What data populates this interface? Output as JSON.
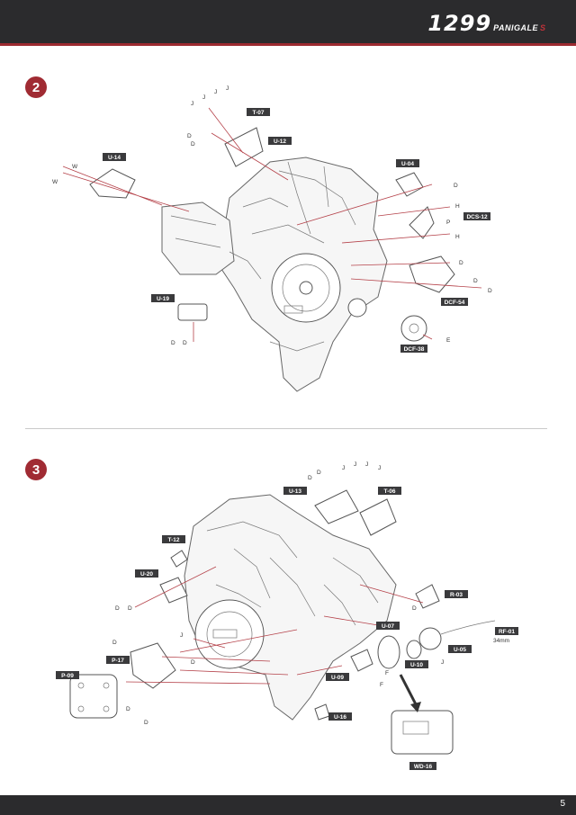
{
  "header": {
    "brand_number": "1299",
    "brand_model": "PANIGALE",
    "brand_suffix": "S"
  },
  "footer": {
    "page_number": "5"
  },
  "step2": {
    "number": "2",
    "tags": [
      "T-07",
      "U-12",
      "U-14",
      "U-04",
      "DCS-12",
      "U-19",
      "DCF-54",
      "DCF-38"
    ],
    "refs": {
      "J": "J",
      "D": "D",
      "W": "W",
      "H": "H",
      "P": "P",
      "E": "E"
    }
  },
  "step3": {
    "number": "3",
    "tags": [
      "U-13",
      "T-06",
      "T-12",
      "U-20",
      "R-03",
      "U-07",
      "RF-01",
      "U-05",
      "P-17",
      "U-10",
      "P-09",
      "U-09",
      "U-16",
      "WD-16"
    ],
    "size_label": "34mm",
    "refs": {
      "D": "D",
      "J": "J",
      "F": "F"
    }
  }
}
